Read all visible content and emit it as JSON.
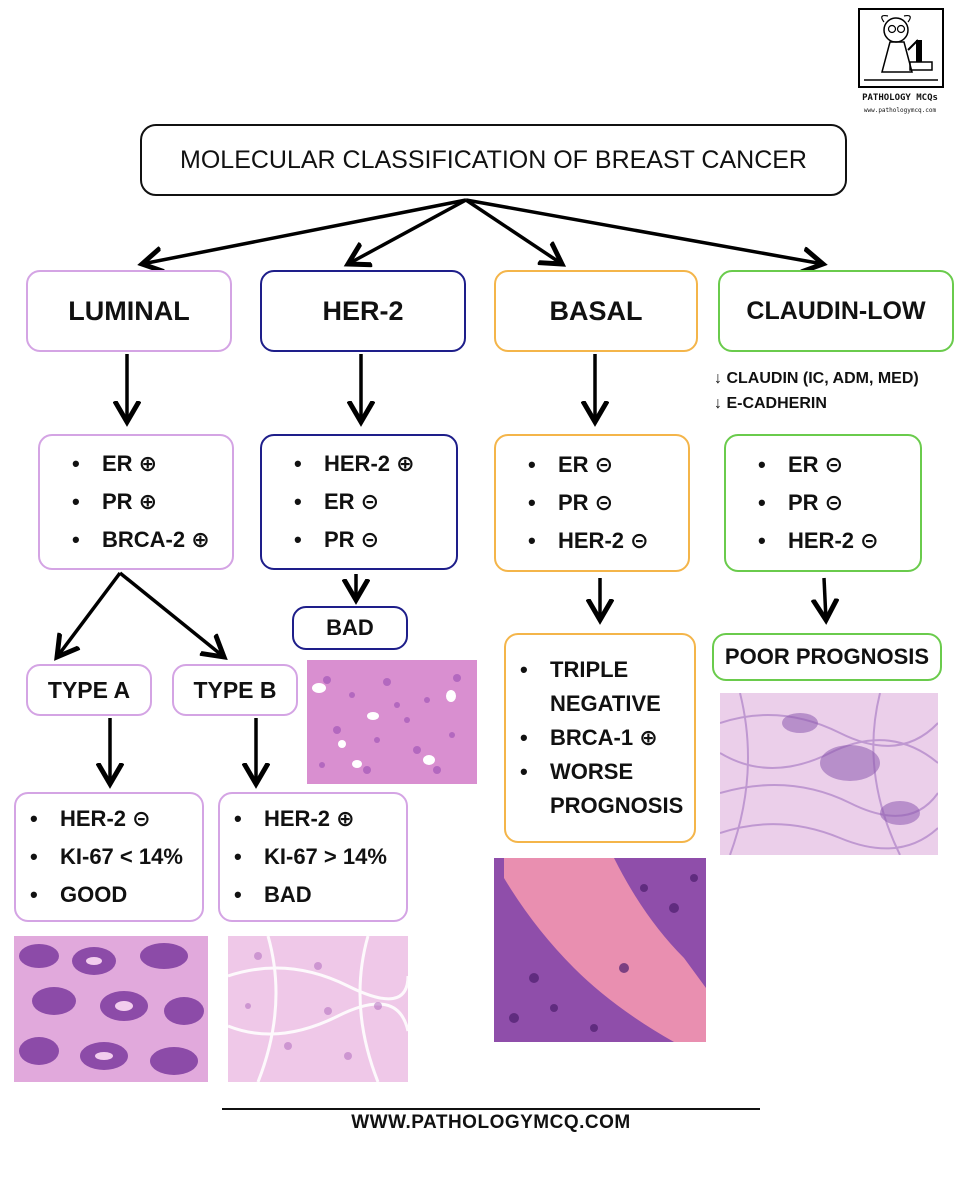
{
  "title": "MOLECULAR CLASSIFICATION OF BREAST CANCER",
  "logo": {
    "name": "PATHOLOGY MCQs",
    "url": "www.pathologymcq.com",
    "icon": "scientist-microscope-icon"
  },
  "colors": {
    "luminal": "#d4a4e4",
    "her2": "#1e1e8a",
    "basal": "#f4b54a",
    "claudin": "#6acb4c",
    "tissue_pink": "#e7a6d6",
    "tissue_purple": "#8a3fa6"
  },
  "categories": {
    "luminal": {
      "label": "LUMINAL",
      "markers": [
        "ER ⊕",
        "PR ⊕",
        "BRCA-2 ⊕"
      ],
      "type_a": {
        "label": "TYPE A",
        "features": [
          "HER-2 ⊝",
          "KI-67 < 14%",
          "GOOD"
        ]
      },
      "type_b": {
        "label": "TYPE B",
        "features": [
          "HER-2 ⊕",
          "KI-67 > 14%",
          "BAD"
        ]
      }
    },
    "her2": {
      "label": "HER-2",
      "markers": [
        "HER-2 ⊕",
        "ER ⊝",
        "PR ⊝"
      ],
      "prognosis": "BAD"
    },
    "basal": {
      "label": "BASAL",
      "markers": [
        "ER ⊝",
        "PR ⊝",
        "HER-2 ⊝"
      ],
      "features_l1": "TRIPLE",
      "features_l1b": "NEGATIVE",
      "features_l2": "BRCA-1 ⊕",
      "features_l3": "WORSE",
      "features_l3b": "PROGNOSIS"
    },
    "claudin_low": {
      "label": "CLAUDIN-LOW",
      "note_1": "↓ CLAUDIN  (IC, ADM, MED)",
      "note_2": "↓ E-CADHERIN",
      "markers": [
        "ER ⊝",
        "PR ⊝",
        "HER-2 ⊝"
      ],
      "prognosis": "POOR PROGNOSIS"
    }
  },
  "footer": "WWW.PATHOLOGYMCQ.COM"
}
